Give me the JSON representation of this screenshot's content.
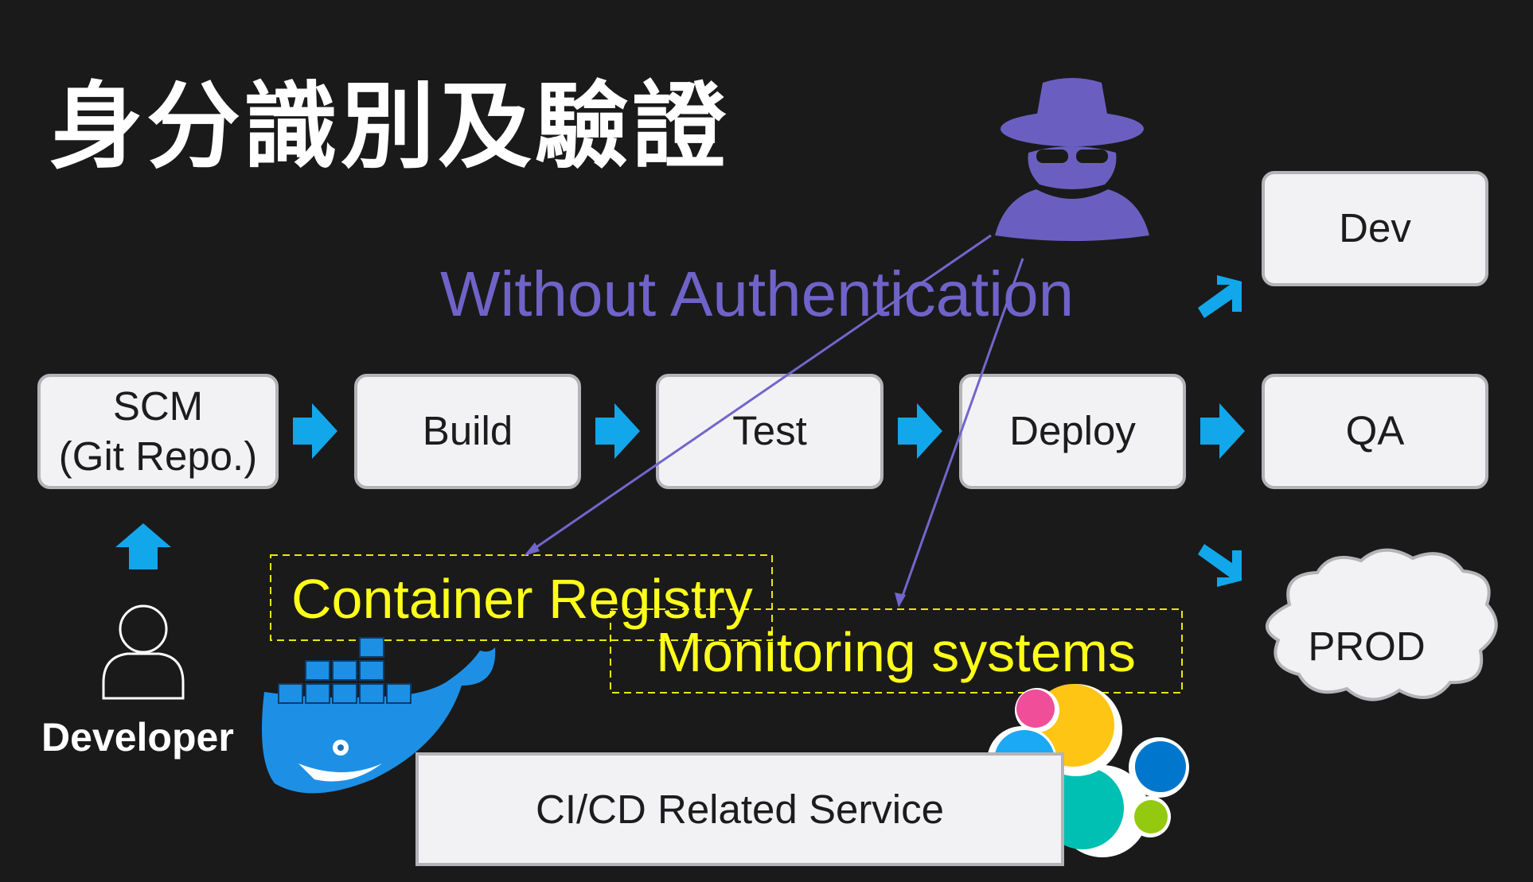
{
  "title": "身分識別及驗證",
  "subtitle": "Without Authentication",
  "pipeline": {
    "scm": "SCM\n(Git Repo.)",
    "build": "Build",
    "test": "Test",
    "deploy": "Deploy"
  },
  "environments": {
    "dev": "Dev",
    "qa": "QA",
    "prod": "PROD"
  },
  "services": {
    "container_registry": "Container Registry",
    "monitoring": "Monitoring systems",
    "cicd": "CI/CD Related Service"
  },
  "developer": "Developer",
  "colors": {
    "background": "#1a1a1a",
    "arrow": "#12a7ea",
    "attacker": "#6a5fc1",
    "highlight": "#ffff1a"
  },
  "icons": [
    "hacker-icon",
    "developer-icon",
    "docker-whale-logo",
    "elastic-logo",
    "cloud-shape"
  ]
}
